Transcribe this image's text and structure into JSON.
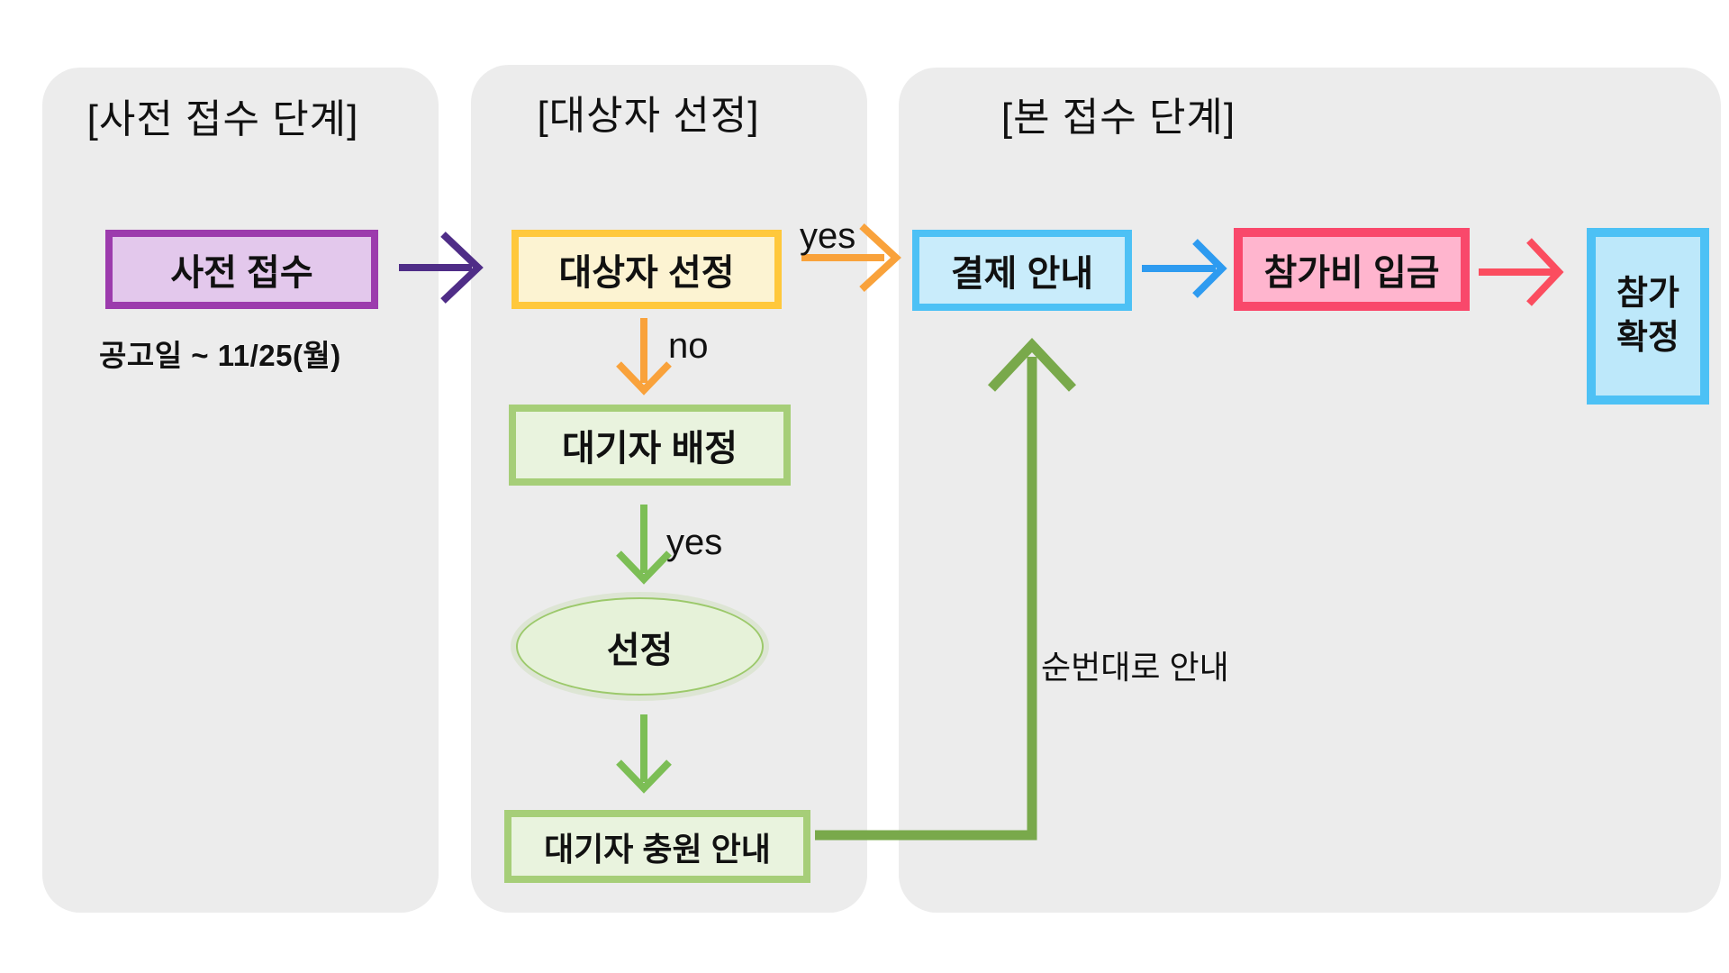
{
  "panels": {
    "pre": {
      "title": "[사전 접수 단계]"
    },
    "select": {
      "title": "[대상자 선정]"
    },
    "main": {
      "title": "[본 접수 단계]"
    }
  },
  "nodes": {
    "pre_apply": "사전  접수",
    "pre_period": "공고일 ~ 11/25(월)",
    "target_select": "대상자 선정",
    "wait_assign": "대기자 배정",
    "selected": "선정",
    "wait_notice": "대기자 충원 안내",
    "payment_info": "결제 안내",
    "fee_deposit": "참가비 입금",
    "confirm": "참가\n확정"
  },
  "labels": {
    "yes_main": "yes",
    "no": "no",
    "yes_wait": "yes",
    "sequence": "순번대로 안내"
  },
  "colors": {
    "panel_bg": "#ECECEC",
    "purple_border": "#9C3BAD",
    "purple_fill": "#E3C8EC",
    "purple_arrow": "#4F2D87",
    "yellow_border": "#FFC83C",
    "yellow_fill": "#FCF3D2",
    "orange_arrow": "#F9A23B",
    "green_border": "#A6CE78",
    "green_fill": "#E9F3DE",
    "green_arrow": "#7CBE55",
    "big_green_arrow": "#79A94B",
    "ellipse_border": "#9CC96B",
    "ellipse_fill": "#E6F2D9",
    "blue_border": "#4DC1F5",
    "blue_fill": "#C9ECFB",
    "blue_arrow": "#2E9BF0",
    "confirm_fill": "#BDE8FA",
    "pink_border": "#F9486B",
    "pink_fill": "#FFB5CE",
    "red_arrow": "#FB4D5F",
    "text": "#111111"
  }
}
